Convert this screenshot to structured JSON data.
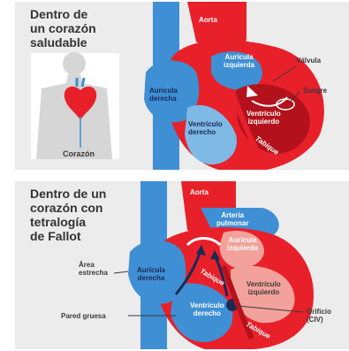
{
  "healthy_heart": {
    "title_lines": [
      "Dentro de",
      "un corazón",
      "saludable"
    ],
    "labels": {
      "aorta": "Aorta",
      "valvula": "Válvula",
      "auricula_izquierda": [
        "Aurícula",
        "izquierda"
      ],
      "auricula_derecha": [
        "Aurícula",
        "derecha"
      ],
      "sangre": "Sangre",
      "ventriculo_izquierdo": [
        "Ventrículo",
        "izquierdo"
      ],
      "ventriculo_derecho": [
        "Ventrículo",
        "derecho"
      ],
      "tabique": "Tabique",
      "corazon": "Corazón"
    }
  },
  "tetralogy_heart": {
    "title_lines": [
      "Dentro de un",
      "corazón con",
      "tetralogía",
      "de Fallot"
    ],
    "labels": {
      "aorta": "Aorta",
      "arteria_pulmonar": [
        "Arteria",
        "pulmonar"
      ],
      "auricula_izquierda": [
        "Aurícula",
        "izquierda"
      ],
      "area_estrecha": [
        "Área",
        "estrecha"
      ],
      "auricula_derecha": [
        "Aurícula",
        "derecha"
      ],
      "tabique_upper": "Tabique",
      "ventriculo_izquierdo": [
        "Ventrículo",
        "izquierdo"
      ],
      "ventriculo_derecho": [
        "Ventrículo",
        "derecho"
      ],
      "pared_gruesa": "Pared gruesa",
      "orificio": [
        "Orificio",
        "(CIV)"
      ],
      "tabique_lower": "Tabique"
    }
  },
  "colors": {
    "panel_bg": "#ececec",
    "oxygenated_red": "#e8202a",
    "dark_red": "#b3121c",
    "deoxygenated_blue": "#3f8fd4",
    "light_blue": "#7fb9e6",
    "navy": "#1b2a55",
    "pink": "#f2a29a"
  }
}
